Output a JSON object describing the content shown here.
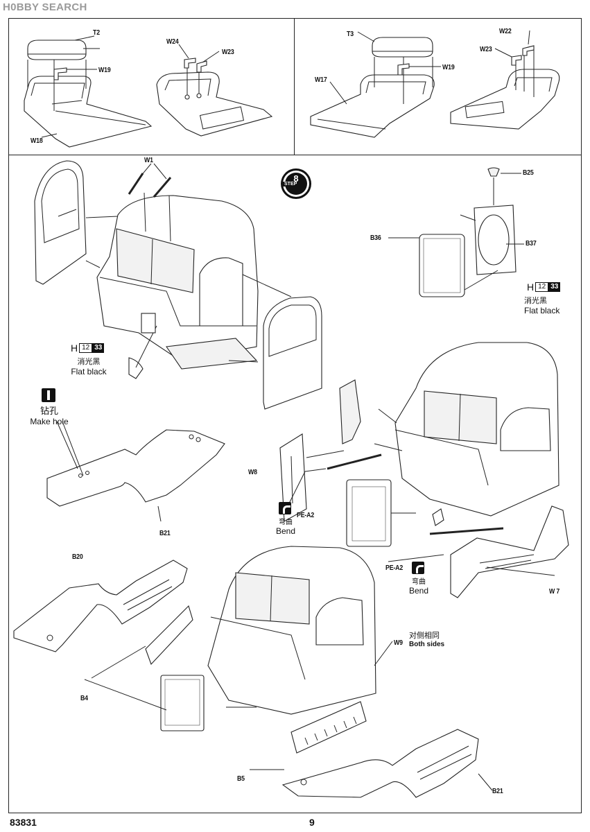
{
  "header": {
    "watermark": "H0BBY SEARCH"
  },
  "top_left_panel": {
    "labels": {
      "t2": "T2",
      "w19": "W19",
      "w18": "W18",
      "w24": "W24",
      "w23": "W23"
    }
  },
  "top_right_panel": {
    "labels": {
      "t3": "T3",
      "w19": "W19",
      "w17": "W17",
      "w22": "W22",
      "w23": "W23"
    }
  },
  "step": {
    "word": "STEP",
    "number": "8"
  },
  "main_panel": {
    "labels": {
      "w1": "W1",
      "b25": "B25",
      "b36": "B36",
      "b37": "B37",
      "w8": "W8",
      "pe_a2_top": "PE-A2",
      "pe_a2_bottom": "PE-A2",
      "w7": "W 7",
      "b21_top": "B21",
      "b20": "B20",
      "b4": "B4",
      "w9": "W9",
      "b5": "B5",
      "b21_bottom": "B21"
    },
    "paint_callouts": [
      {
        "letter": "H",
        "code": "12",
        "code2": "33",
        "cn": "消光黑",
        "en": "Flat black"
      },
      {
        "letter": "H",
        "code": "12",
        "code2": "33",
        "cn": "消光黑",
        "en": "Flat black"
      }
    ],
    "notes": {
      "make_hole": {
        "cn": "钻孔",
        "en": "Make hole"
      },
      "bend_top": {
        "cn": "弯曲",
        "en": "Bend"
      },
      "bend_bottom": {
        "cn": "弯曲",
        "en": "Bend"
      },
      "both_sides": {
        "cn": "对侧相同",
        "en": "Both sides"
      }
    }
  },
  "footer": {
    "product_code": "83831",
    "page_number": "9"
  },
  "colors": {
    "ink": "#222222",
    "watermark": "#9a9a9a"
  }
}
